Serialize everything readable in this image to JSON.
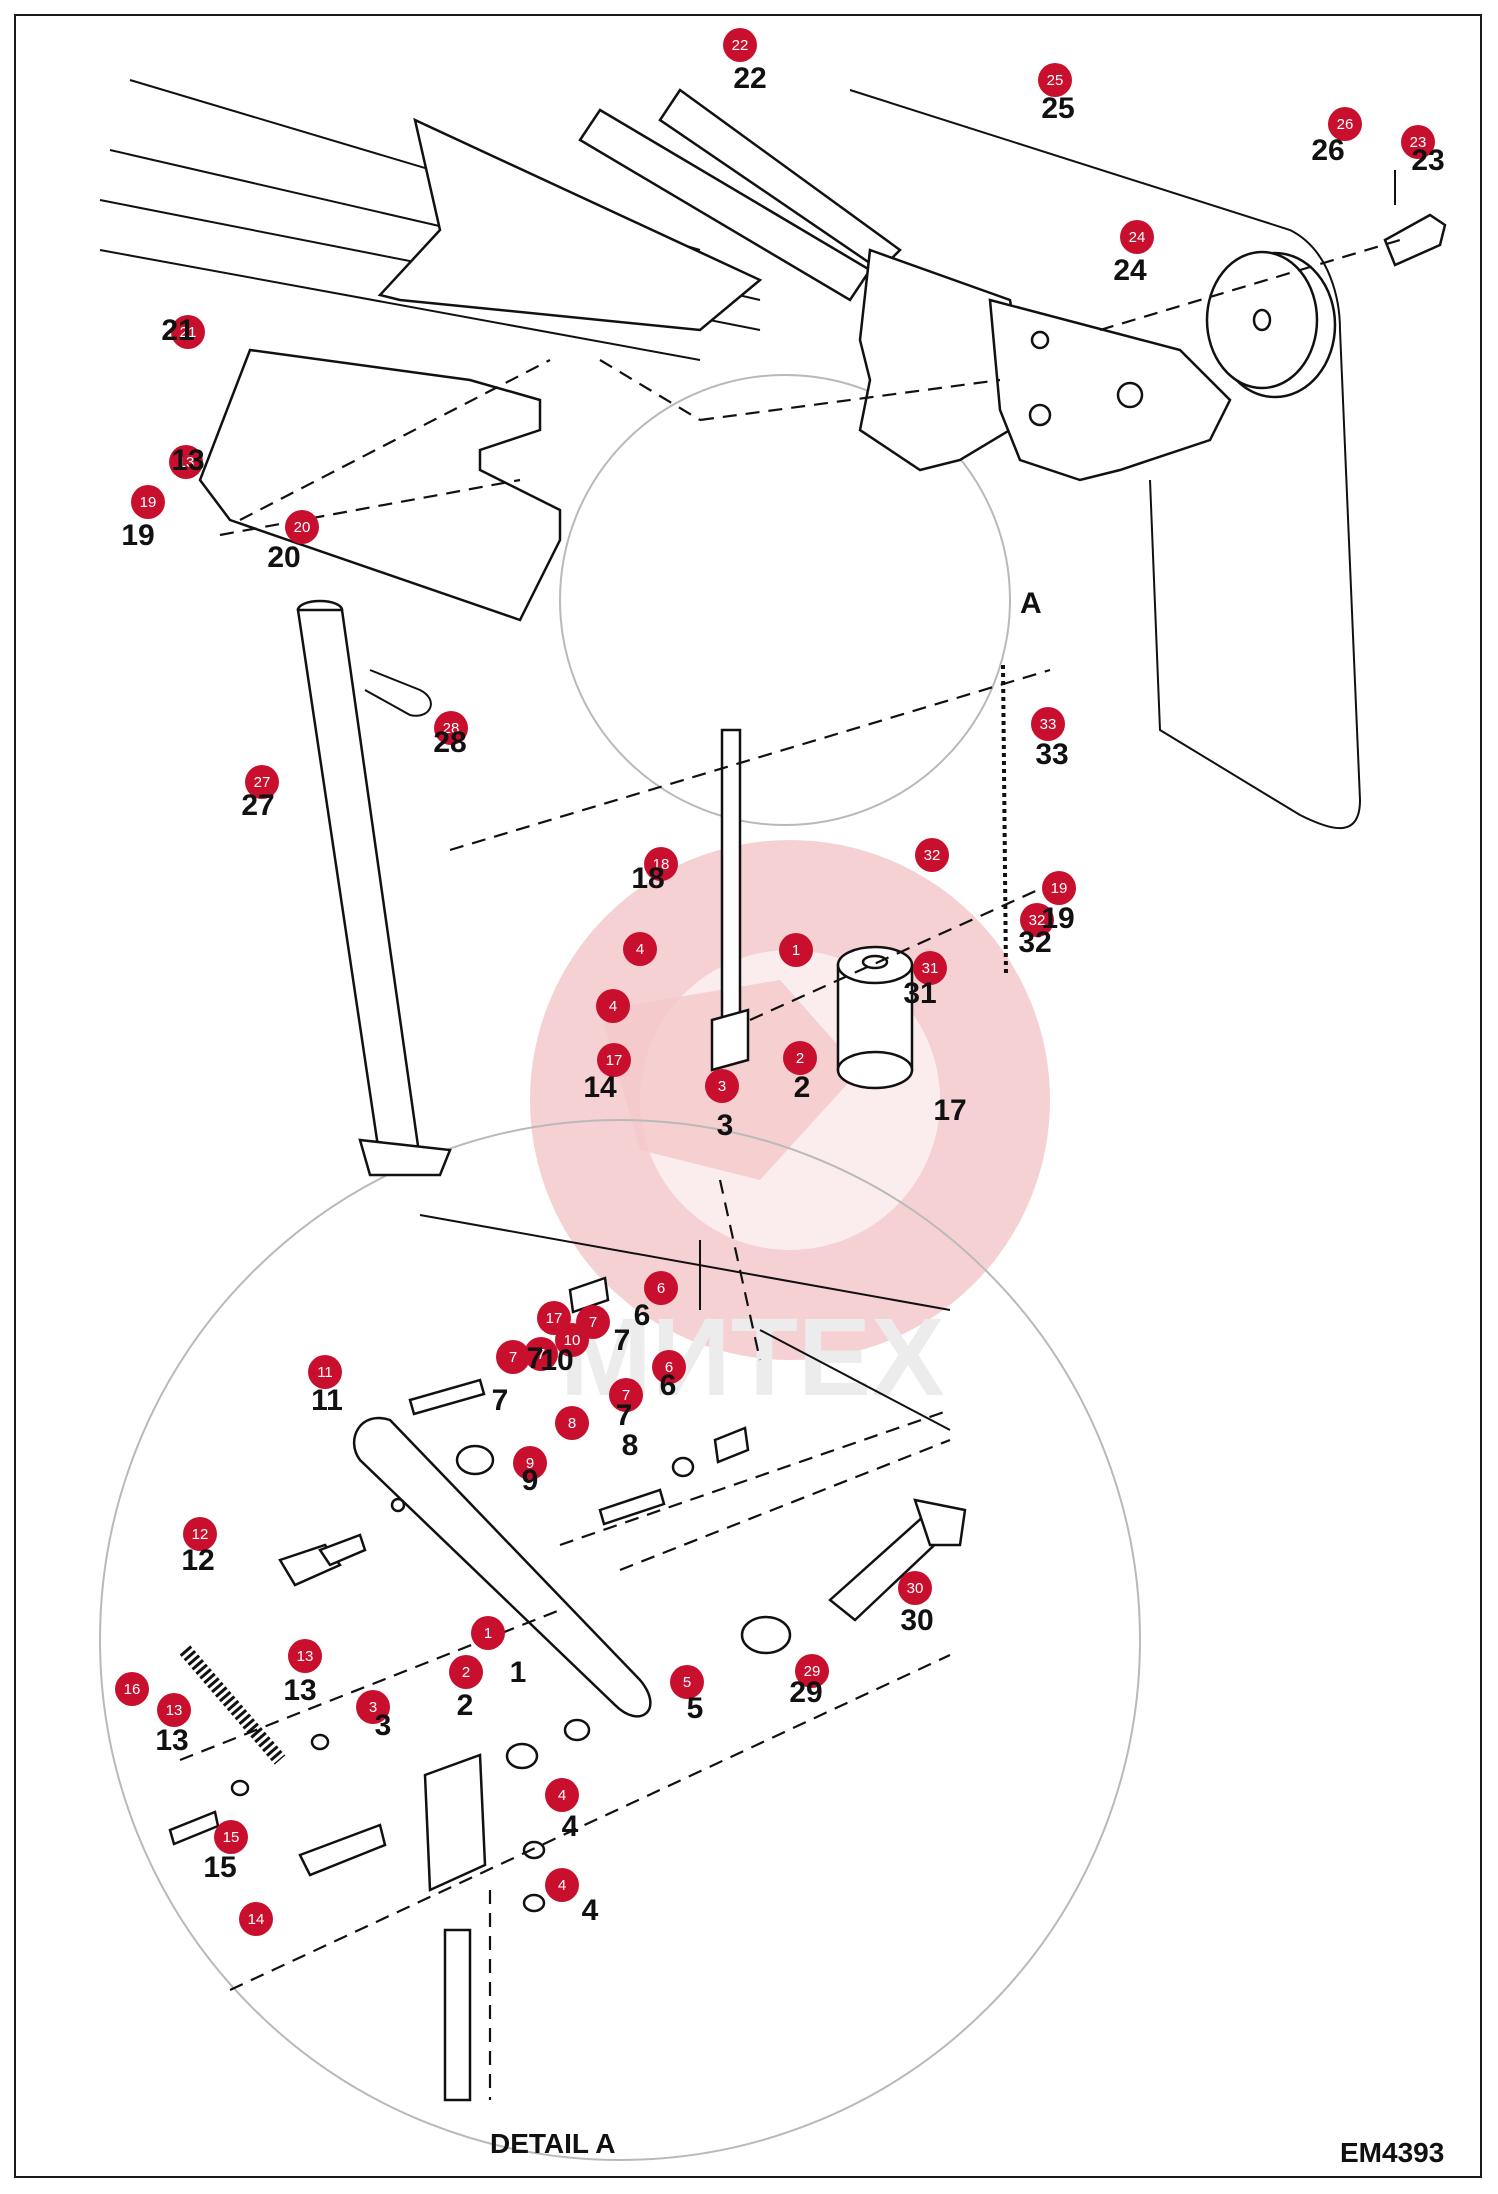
{
  "drawing_code": "EM4393",
  "detail_title": "DETAIL A",
  "detail_ref": "A",
  "watermark_text": "МИТЕХ",
  "accent_color": "#c8102e",
  "callouts": [
    {
      "n": "22"
    },
    {
      "n": "25"
    },
    {
      "n": "26"
    },
    {
      "n": "23"
    },
    {
      "n": "24"
    },
    {
      "n": "21"
    },
    {
      "n": "13"
    },
    {
      "n": "19"
    },
    {
      "n": "20"
    },
    {
      "n": "28"
    },
    {
      "n": "27"
    },
    {
      "n": "18"
    },
    {
      "n": "33"
    },
    {
      "n": "32"
    },
    {
      "n": "19"
    },
    {
      "n": "32"
    },
    {
      "n": "4"
    },
    {
      "n": "1"
    },
    {
      "n": "31"
    },
    {
      "n": "4"
    },
    {
      "n": "2"
    },
    {
      "n": "17"
    },
    {
      "n": "3"
    },
    {
      "n": "17"
    },
    {
      "n": "6"
    },
    {
      "n": "7"
    },
    {
      "n": "10"
    },
    {
      "n": "7"
    },
    {
      "n": "7"
    },
    {
      "n": "11"
    },
    {
      "n": "7"
    },
    {
      "n": "6"
    },
    {
      "n": "8"
    },
    {
      "n": "9"
    },
    {
      "n": "12"
    },
    {
      "n": "30"
    },
    {
      "n": "1"
    },
    {
      "n": "2"
    },
    {
      "n": "13"
    },
    {
      "n": "16"
    },
    {
      "n": "13"
    },
    {
      "n": "3"
    },
    {
      "n": "5"
    },
    {
      "n": "29"
    },
    {
      "n": "4"
    },
    {
      "n": "15"
    },
    {
      "n": "4"
    },
    {
      "n": "14"
    }
  ],
  "labels": [
    {
      "text": "22"
    },
    {
      "text": "25"
    },
    {
      "text": "26"
    },
    {
      "text": "23"
    },
    {
      "text": "24"
    },
    {
      "text": "21"
    },
    {
      "text": "13"
    },
    {
      "text": "19"
    },
    {
      "text": "20"
    },
    {
      "text": "28"
    },
    {
      "text": "27"
    },
    {
      "text": "18"
    },
    {
      "text": "33"
    },
    {
      "text": "19"
    },
    {
      "text": "32"
    },
    {
      "text": "31"
    },
    {
      "text": "2"
    },
    {
      "text": "14"
    },
    {
      "text": "3"
    },
    {
      "text": "17"
    },
    {
      "text": "6"
    },
    {
      "text": "7"
    },
    {
      "text": "10"
    },
    {
      "text": "7"
    },
    {
      "text": "11"
    },
    {
      "text": "7"
    },
    {
      "text": "6"
    },
    {
      "text": "7"
    },
    {
      "text": "8"
    },
    {
      "text": "9"
    },
    {
      "text": "12"
    },
    {
      "text": "30"
    },
    {
      "text": "1"
    },
    {
      "text": "13"
    },
    {
      "text": "2"
    },
    {
      "text": "13"
    },
    {
      "text": "3"
    },
    {
      "text": "5"
    },
    {
      "text": "29"
    },
    {
      "text": "4"
    },
    {
      "text": "15"
    },
    {
      "text": "4"
    }
  ]
}
